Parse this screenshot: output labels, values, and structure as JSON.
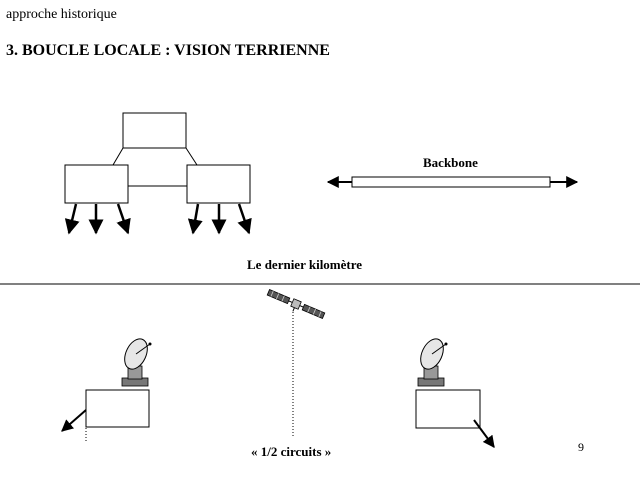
{
  "header": {
    "section": "approche historique",
    "title": "3. BOUCLE LOCALE : VISION TERRIENNE"
  },
  "diagram": {
    "backbone_label": "Backbone",
    "last_km_label": "Le dernier kilomètre",
    "half_circuits_label": "« 1/2 circuits »"
  },
  "footer": {
    "page_number": "9"
  },
  "icons": [
    "satellite-icon",
    "satellite-dish-icon",
    "arrow-icon"
  ]
}
